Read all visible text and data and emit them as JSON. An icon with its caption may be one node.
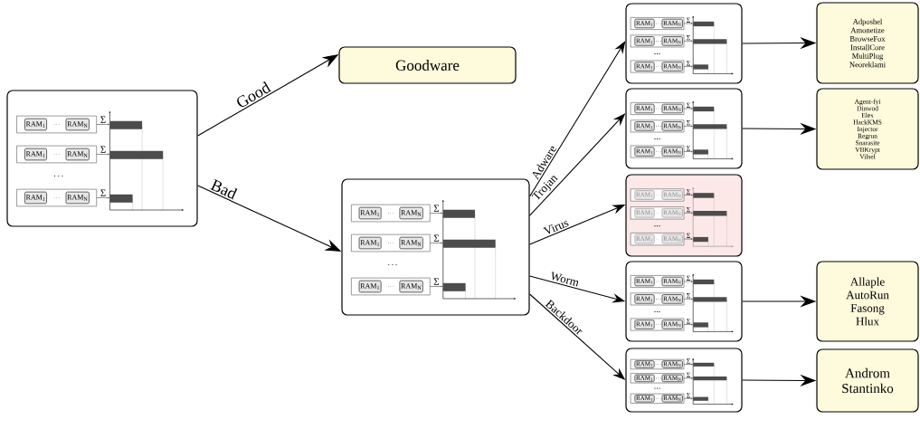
{
  "diagram": {
    "nodes": [
      {
        "text": [
          "RAM$_{1}$",
          "RAM$_{N}$",
          "Σ",
          "RAM$_{1}$",
          "RAM$_{N}$",
          "Σ",
          "RAM$_{1}$",
          "RAM$_{N}$",
          "Σ"
        ]
      },
      {
        "text": [
          "Goodware"
        ]
      },
      {
        "text": [
          "RAM$_{1}$",
          "RAM$_{N}$",
          "Σ",
          "RAM$_{1}$",
          "RAM$_{N}$",
          "Σ",
          "RAM$_{1}$",
          "RAM$_{N}$",
          "Σ"
        ]
      },
      {
        "text": [
          "RAM$_{1}$",
          "RAM$_{N}$",
          "Σ",
          "RAM$_{1}$",
          "RAM$_{N}$",
          "Σ",
          "RAM$_{1}$",
          "RAM$_{N}$",
          "Σ"
        ]
      },
      {
        "text": [
          "RAM$_{1}$",
          "RAM$_{N}$",
          "Σ",
          "RAM$_{1}$",
          "RAM$_{N}$",
          "Σ",
          "RAM$_{1}$",
          "RAM$_{N}$",
          "Σ"
        ]
      },
      {
        "text": [
          "RAM$_{1}$",
          "RAM$_{N}$",
          "Σ",
          "RAM$_{1}$",
          "RAM$_{N}$",
          "Σ",
          "RAM$_{1}$",
          "RAM$_{N}$",
          "Σ"
        ]
      },
      {
        "text": [
          "RAM$_{1}$",
          "RAM$_{N}$",
          "Σ",
          "RAM$_{1}$",
          "RAM$_{N}$",
          "Σ",
          "RAM$_{1}$",
          "RAM$_{N}$",
          "Σ"
        ]
      },
      {
        "text": [
          "RAM$_{1}$",
          "RAM$_{N}$",
          "Σ",
          "RAM$_{1}$",
          "RAM$_{N}$",
          "Σ",
          "RAM$_{1}$",
          "RAM$_{N}$",
          "Σ"
        ]
      },
      {
        "text": [
          "Adposhel",
          "Amonetize",
          "BrowseFox",
          "InstallCore",
          "MultiPlug",
          "Neoreklami"
        ]
      },
      {
        "text": [
          "Agent-fyi",
          "Dinwod",
          "Elex",
          "HackKMS",
          "Injector",
          "Regrun",
          "Snarasite",
          "VBKrypt",
          "Vilsel"
        ]
      },
      {
        "text": [
          "Allaple",
          "AutoRun",
          "Fasong",
          "Hlux"
        ]
      },
      {
        "text": [
          "Androm",
          "Stantinko"
        ]
      }
    ],
    "edges": [
      {
        "from": 0,
        "to": 1,
        "arrow": "to",
        "label": "Good"
      },
      {
        "from": 0,
        "to": 2,
        "arrow": "to",
        "label": "Bad"
      },
      {
        "from": 2,
        "to": 3,
        "arrow": "to",
        "label": "Adware"
      },
      {
        "from": 2,
        "to": 4,
        "arrow": "to",
        "label": "Trojan"
      },
      {
        "from": 2,
        "to": 5,
        "arrow": "to",
        "label": "Virus"
      },
      {
        "from": 2,
        "to": 6,
        "arrow": "to",
        "label": "Worm"
      },
      {
        "from": 2,
        "to": 7,
        "arrow": "to",
        "label": "Backdoor"
      },
      {
        "from": 3,
        "to": 8,
        "arrow": "to"
      },
      {
        "from": 4,
        "to": 9,
        "arrow": "to"
      },
      {
        "from": 6,
        "to": 10,
        "arrow": "to"
      },
      {
        "from": 7,
        "to": 11,
        "arrow": "to"
      }
    ]
  }
}
